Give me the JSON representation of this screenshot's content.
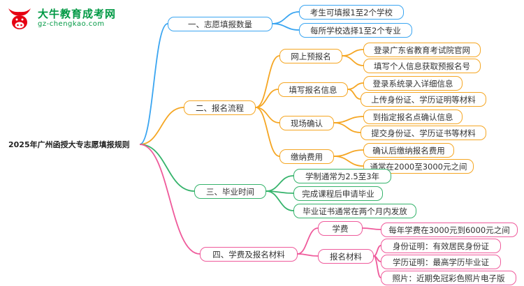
{
  "logo": {
    "site_name": "大牛教育成考网",
    "site_url": "gz-chengkao.com"
  },
  "root": {
    "label": "2025年广州函授大专志愿填报规则"
  },
  "colors": {
    "blue": "#3aa5f1",
    "orange": "#f5a623",
    "green": "#35b36b",
    "pink": "#ef5a9b",
    "brand_red": "#e60012",
    "brand_green": "#009944"
  },
  "branches": [
    {
      "label": "一、志愿填报数量",
      "children": [
        {
          "label": "考生可填报1至2个学校"
        },
        {
          "label": "每所学校选择1至2个专业"
        }
      ]
    },
    {
      "label": "二、报名流程",
      "children": [
        {
          "label": "网上预报名",
          "children": [
            {
              "label": "登录广东省教育考试院官网"
            },
            {
              "label": "填写个人信息获取预报名号"
            }
          ]
        },
        {
          "label": "填写报名信息",
          "children": [
            {
              "label": "登录系统录入详细信息"
            },
            {
              "label": "上传身份证、学历证明等材料"
            }
          ]
        },
        {
          "label": "现场确认",
          "children": [
            {
              "label": "到指定报名点确认信息"
            },
            {
              "label": "提交身份证、学历证书等材料"
            }
          ]
        },
        {
          "label": "缴纳费用",
          "children": [
            {
              "label": "确认后缴纳报名费用"
            },
            {
              "label": "通常在2000至3000元之间"
            }
          ]
        }
      ]
    },
    {
      "label": "三、毕业时间",
      "children": [
        {
          "label": "学制通常为2.5至3年"
        },
        {
          "label": "完成课程后申请毕业"
        },
        {
          "label": "毕业证书通常在两个月内发放"
        }
      ]
    },
    {
      "label": "四、学费及报名材料",
      "children": [
        {
          "label": "学费",
          "children": [
            {
              "label": "每年学费在3000元到6000元之间"
            }
          ]
        },
        {
          "label": "报名材料",
          "children": [
            {
              "label": "身份证明：有效居民身份证"
            },
            {
              "label": "学历证明：最高学历毕业证"
            },
            {
              "label": "照片：近期免冠彩色照片电子版"
            }
          ]
        }
      ]
    }
  ]
}
